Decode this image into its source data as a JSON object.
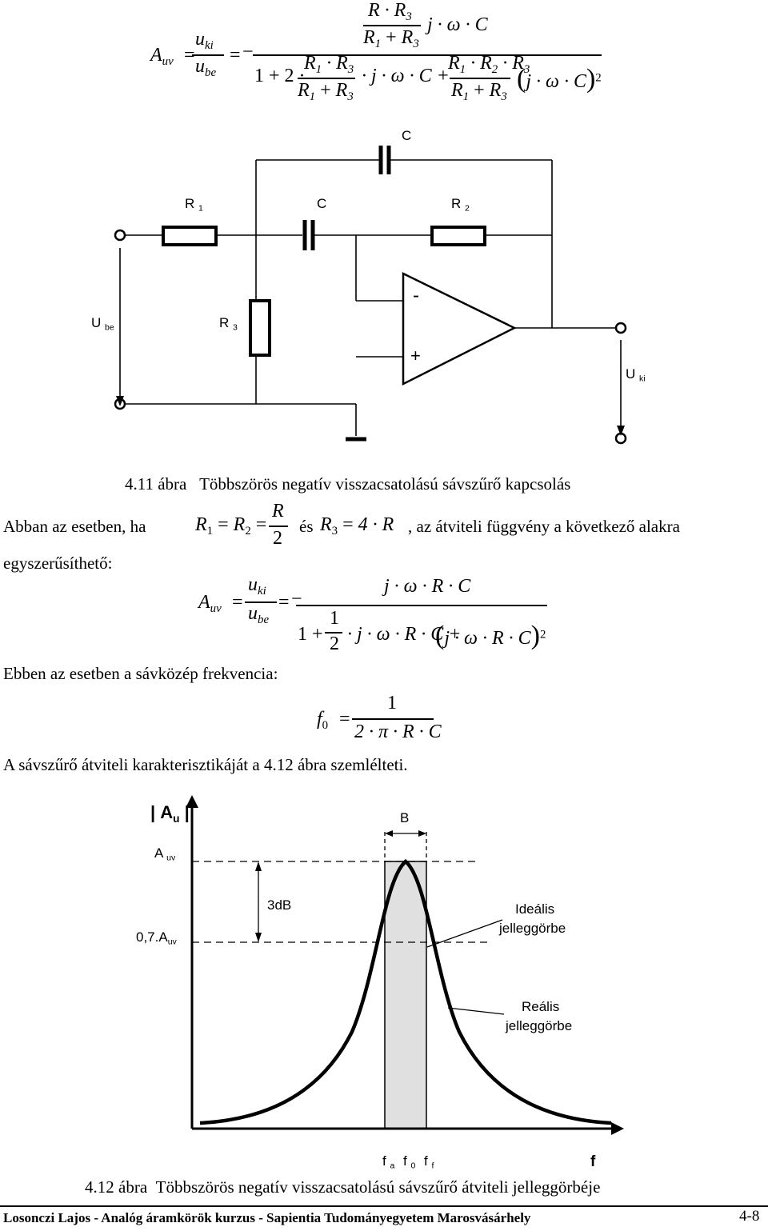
{
  "formula1": {
    "lhs_A": "A",
    "lhs_A_sub": "uv",
    "u": "u",
    "ki": "ki",
    "be": "be",
    "eq": "=",
    "num_R": "R",
    "num_R3": "R",
    "num_3": "3",
    "num_den_a": "R",
    "num_den_1": "1",
    "num_plus": "+",
    "num_den_b": "R",
    "num_den_3": "3",
    "num_tail": "j · ω · C",
    "den_one_plus_two": "1 + 2 ·",
    "den_t1_num_a": "R",
    "den_t1_num_1": "1",
    "den_t1_num_b": "R",
    "den_t1_num_3": "3",
    "den_t1_den": "R",
    "den_mid": "· j · ω · C +",
    "den_t2_num": "R",
    "den_t2_num_2": "2",
    "den_jwc": "j · ω · C",
    "sq": "2",
    "minus": "−"
  },
  "circuit": {
    "C_top": "C",
    "R1": "R",
    "R1_sub": "1",
    "C_mid": "C",
    "R2": "R",
    "R2_sub": "2",
    "Ube": "U",
    "Ube_sub": "be",
    "R3": "R",
    "R3_sub": "3",
    "minus": "-",
    "plus": "+",
    "Uki": "U",
    "Uki_sub": "ki"
  },
  "caption1": {
    "num": "4.11 ábra",
    "text": "Többszörös negatív visszacsatolású sávszűrő kapcsolás"
  },
  "para1": {
    "a": "Abban az esetben, ha",
    "b": "és",
    "c": ", az átviteli függvény a következő alakra",
    "d": "egyszerűsíthető:",
    "cond_R1": "R",
    "cond_1": "1",
    "cond_R2": "R",
    "cond_2": "2",
    "cond_Rover": "R",
    "cond_two": "2",
    "cond_R3": "R",
    "cond_3": "3",
    "cond_4R": "4 · R",
    "eq": "="
  },
  "formula2": {
    "A": "A",
    "A_sub": "uv",
    "eq": "=",
    "u": "u",
    "ki": "ki",
    "be": "be",
    "minus": "−",
    "num": "j · ω · R · C",
    "one_plus": "1 +",
    "half_1": "1",
    "half_2": "2",
    "den_rest": "· j · ω · R · C +",
    "den_paren": "j · ω · R · C",
    "sq": "2"
  },
  "para2": "Ebben az esetben a sávközép frekvencia:",
  "formula3": {
    "f": "f",
    "f_sub": "0",
    "eq": "=",
    "num": "1",
    "den": "2 · π · R · C"
  },
  "para3": "A sávszűrő átviteli karakterisztikáját a 4.12 ábra szemlélteti.",
  "plot": {
    "ylabel": "A",
    "ylabel_sub": "u",
    "B": "B",
    "Auv": "A",
    "Auv_sub": "uv",
    "A07": "0,7.A",
    "A07_sub": "uv",
    "db": "3dB",
    "ideal_1": "Ideális",
    "ideal_2": "jelleggörbe",
    "real_1": "Reális",
    "real_2": "jelleggörbe",
    "fa": "f",
    "fa_sub": "a",
    "f0": "f",
    "f0_sub": "0",
    "ff": "f",
    "ff_sub": "f",
    "faxis": "f"
  },
  "caption2": {
    "num": "4.12 ábra",
    "text": "Többszörös negatív visszacsatolású sávszűrő átviteli jelleggörbéje"
  },
  "footer": {
    "text": "Losonczi Lajos - Analóg áramkörök kurzus - Sapientia Tudományegyetem Marosvásárhely",
    "page": "4-8"
  }
}
